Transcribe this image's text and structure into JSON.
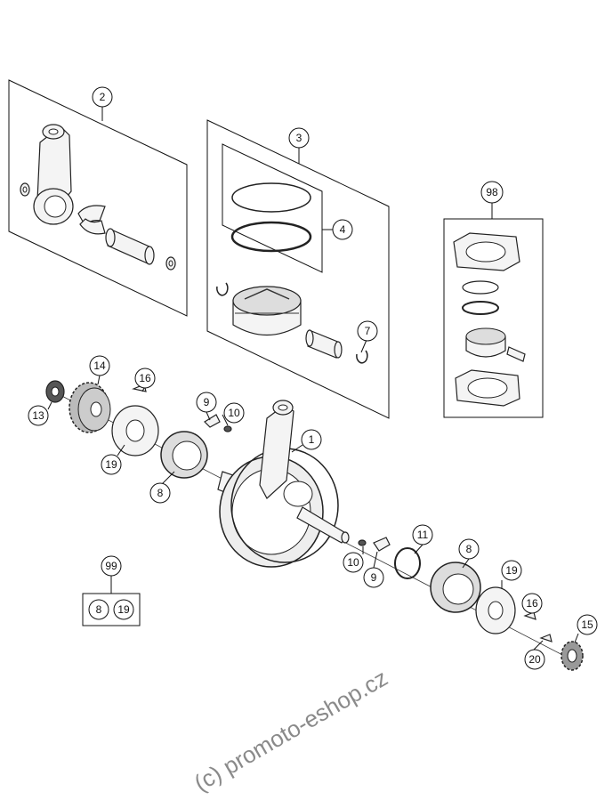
{
  "callouts": [
    {
      "id": "c2",
      "text": "2"
    },
    {
      "id": "c3",
      "text": "3"
    },
    {
      "id": "c4",
      "text": "4"
    },
    {
      "id": "c7",
      "text": "7"
    },
    {
      "id": "c98",
      "text": "98"
    },
    {
      "id": "c14",
      "text": "14"
    },
    {
      "id": "c16a",
      "text": "16"
    },
    {
      "id": "c13",
      "text": "13"
    },
    {
      "id": "c9a",
      "text": "9"
    },
    {
      "id": "c10a",
      "text": "10"
    },
    {
      "id": "c1",
      "text": "1"
    },
    {
      "id": "c19a",
      "text": "19"
    },
    {
      "id": "c8a",
      "text": "8"
    },
    {
      "id": "c11",
      "text": "11"
    },
    {
      "id": "c8b",
      "text": "8"
    },
    {
      "id": "c10b",
      "text": "10"
    },
    {
      "id": "c9b",
      "text": "9"
    },
    {
      "id": "c19b",
      "text": "19"
    },
    {
      "id": "c16b",
      "text": "16"
    },
    {
      "id": "c15",
      "text": "15"
    },
    {
      "id": "c20",
      "text": "20"
    },
    {
      "id": "c99",
      "text": "99"
    }
  ],
  "kit99": {
    "items": [
      "8",
      "19"
    ]
  },
  "watermark": "(c) promoto-eshop.cz"
}
